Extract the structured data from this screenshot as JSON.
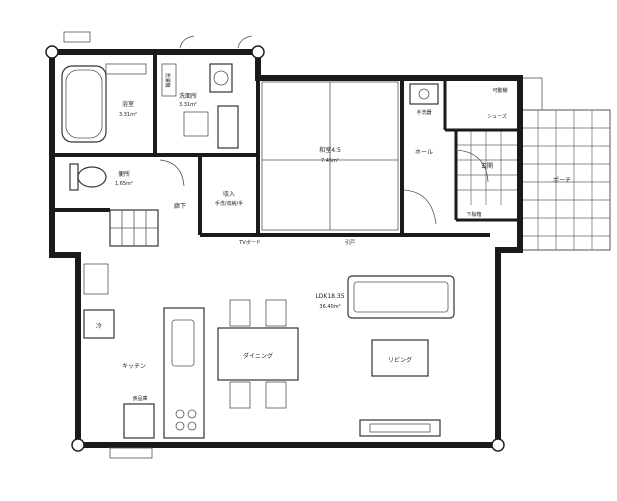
{
  "plan": {
    "rooms": {
      "bath": {
        "name": "浴室",
        "area": "3.31m²"
      },
      "washroom": {
        "name": "洗面所",
        "area": "3.31m²"
      },
      "toilet": {
        "name": "便所",
        "area": "1.65m²"
      },
      "corridor": {
        "name": "廊下"
      },
      "storage": {
        "name": "収入",
        "sub": "手洗/収納/手"
      },
      "japanese": {
        "name": "和室4.5",
        "area": "7.45m²"
      },
      "hall": {
        "name": "ホール"
      },
      "entrance": {
        "name": "玄関"
      },
      "ldk": {
        "name": "LDK18.35",
        "area": "36.40m²"
      },
      "kitchen": {
        "name": "キッチン"
      },
      "dining": {
        "name": "ダイニング"
      },
      "living": {
        "name": "リビング"
      },
      "porch": {
        "name": "ポーチ"
      }
    },
    "labels": {
      "washing": "洗濯機",
      "cupboard_top": "可動棚",
      "shoebox": "シューズ",
      "hand_wash": "手洗器",
      "shoe_storage": "下駄箱",
      "tv_cabinet": "TVボード",
      "sliding": "引戸",
      "pantry": "食品庫",
      "fridge": "冷"
    }
  }
}
